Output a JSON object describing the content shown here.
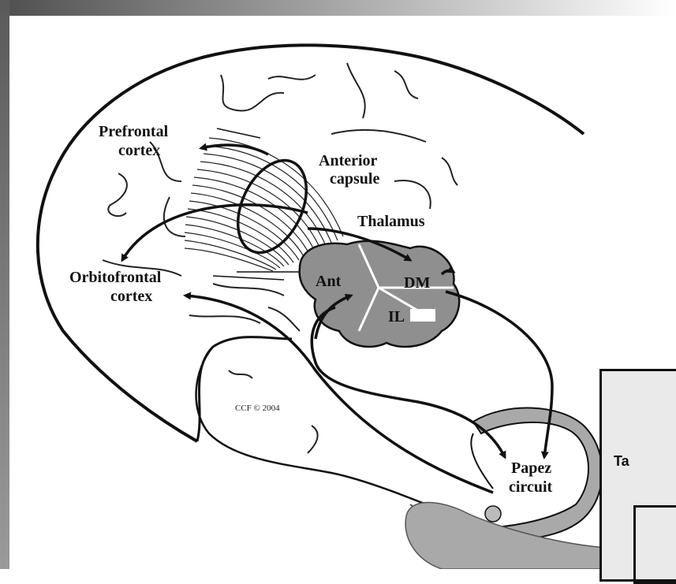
{
  "labels": {
    "prefrontal_line1": "Prefrontal",
    "prefrontal_line2": "cortex",
    "anterior_line1": "Anterior",
    "anterior_line2": "capsule",
    "thalamus": "Thalamus",
    "orbitofrontal_line1": "Orbitofrontal",
    "orbitofrontal_line2": "cortex",
    "ant": "Ant",
    "dm": "DM",
    "il": "IL",
    "papez_line1": "Papez",
    "papez_line2": "circuit",
    "copyright": "CCF © 2004"
  },
  "overlay": {
    "partial_text": "Ta"
  },
  "colors": {
    "frame_gradient_start": "#5a5a5a",
    "frame_gradient_end": "#ffffff",
    "thalamus_fill": "#8f8f8f",
    "papez_fill": "#a9a9a9",
    "overlay_bg": "#eaeaea",
    "ink": "#111111"
  }
}
